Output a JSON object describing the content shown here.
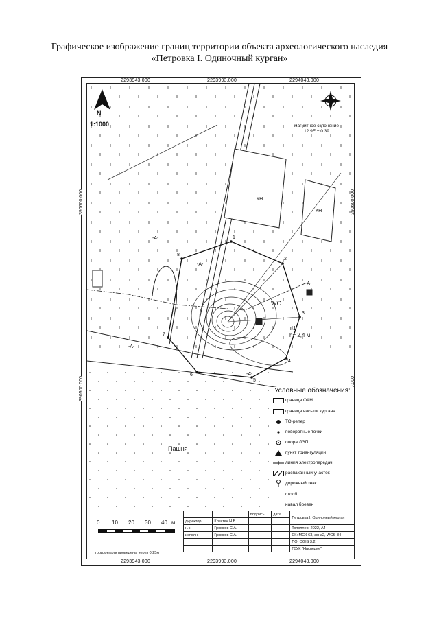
{
  "title_line1": "Графическое изображение границ территории объекта археологического наследия",
  "title_line2": "«Петровка I. Одиночный курган»",
  "map": {
    "north_label": "N",
    "scale_label": "1:1000",
    "coords_top": [
      "2293943.000",
      "2293993.000",
      "2294043.000"
    ],
    "coords_bottom": [
      "2293943.000",
      "2293993.000",
      "2294043.000"
    ],
    "coords_side": [
      "390600.000",
      "390500.000"
    ],
    "magnetic_line1": "магнитное склонение",
    "magnetic_line2": "12.9E ± 0.39",
    "label_kh": "КН",
    "label_a": "-А-",
    "label_wc": "WC",
    "label_field": "Пашня",
    "point_label": "т.1",
    "height_label": "h= 2,4 м.",
    "vertex_labels": [
      "1",
      "2",
      "3",
      "4",
      "5",
      "6",
      "7",
      "8"
    ]
  },
  "legend": {
    "title": "Условные обозначения:",
    "items": [
      "граница ОАН",
      "граница насыпи кургана",
      "ТО-репер",
      "поворотные точки",
      "опора ЛЭП",
      "пункт триангуляции",
      "линия электропередач",
      "распаханный участок",
      "дорожный знак",
      "столб",
      "навал бревен"
    ]
  },
  "scale_bar": {
    "ticks": [
      "0",
      "10",
      "20",
      "30",
      "40",
      "м"
    ],
    "note": "горизонтали проведены через 0,25м"
  },
  "title_block": {
    "col_headers": [
      "подпись",
      "дата"
    ],
    "rows": [
      {
        "role": "директор",
        "name": "Клесген Н.В."
      },
      {
        "role": "н.с",
        "name": "Громков С.А."
      },
      {
        "role": "исполн.",
        "name": "Громков С.А."
      }
    ],
    "project": "Петровка I. Одиночный курган",
    "place": "Тополлев, 2022, А4",
    "crs": "СК: МСК-63, зона2, WGS-84",
    "software": "ПО: QGIS 3.2",
    "org": "ГБУК \"Наследие\""
  }
}
